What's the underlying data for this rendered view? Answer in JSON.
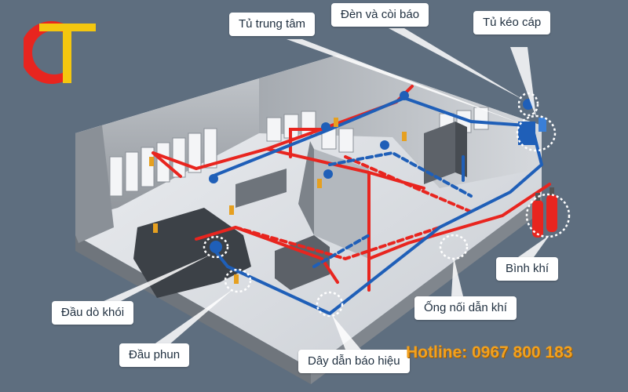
{
  "labels": {
    "central_cabinet": "Tủ trung tâm",
    "alarm_light_siren": "Đèn và còi báo",
    "pull_cabinet": "Tủ kéo cáp",
    "gas_cylinder": "Bình khí",
    "gas_pipe": "Ống nối dẫn khí",
    "smoke_detector": "Đầu dò khói",
    "nozzle": "Đầu phun",
    "signal_wire": "Dây dẫn báo hiệu"
  },
  "hotline": "Hotline: 0967 800 183",
  "colors": {
    "background": "#5e6e7f",
    "gas_pipe": "#e8251f",
    "signal_wire": "#1f5fb8",
    "label_bg": "#ffffff",
    "hotline": "#f2a11f",
    "logo_red": "#e8251f",
    "logo_yellow": "#f4c70f"
  },
  "icons": [
    "company-logo-icon",
    "gas-cylinder-icon",
    "smoke-detector-icon",
    "nozzle-icon",
    "siren-icon"
  ]
}
